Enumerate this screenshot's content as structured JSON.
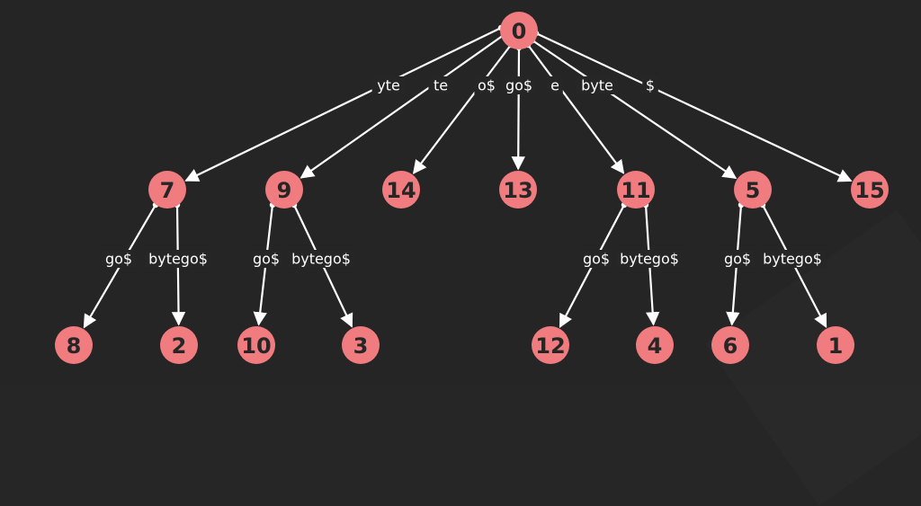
{
  "diagram": {
    "node_color": "#f07c80",
    "edge_color": "#ffffff",
    "background": "#262626",
    "nodes": [
      {
        "id": "0",
        "label": "0"
      },
      {
        "id": "7",
        "label": "7"
      },
      {
        "id": "9",
        "label": "9"
      },
      {
        "id": "14",
        "label": "14"
      },
      {
        "id": "13",
        "label": "13"
      },
      {
        "id": "11",
        "label": "11"
      },
      {
        "id": "5",
        "label": "5"
      },
      {
        "id": "15",
        "label": "15"
      },
      {
        "id": "8",
        "label": "8"
      },
      {
        "id": "2",
        "label": "2"
      },
      {
        "id": "10",
        "label": "10"
      },
      {
        "id": "3",
        "label": "3"
      },
      {
        "id": "12",
        "label": "12"
      },
      {
        "id": "4",
        "label": "4"
      },
      {
        "id": "6",
        "label": "6"
      },
      {
        "id": "1",
        "label": "1"
      }
    ],
    "edges": [
      {
        "from": "0",
        "to": "7",
        "label": "yte"
      },
      {
        "from": "0",
        "to": "9",
        "label": "te"
      },
      {
        "from": "0",
        "to": "14",
        "label": "o$"
      },
      {
        "from": "0",
        "to": "13",
        "label": "go$"
      },
      {
        "from": "0",
        "to": "11",
        "label": "e"
      },
      {
        "from": "0",
        "to": "5",
        "label": "byte"
      },
      {
        "from": "0",
        "to": "15",
        "label": "$"
      },
      {
        "from": "7",
        "to": "8",
        "label": "go$"
      },
      {
        "from": "7",
        "to": "2",
        "label": "bytego$"
      },
      {
        "from": "9",
        "to": "10",
        "label": "go$"
      },
      {
        "from": "9",
        "to": "3",
        "label": "bytego$"
      },
      {
        "from": "11",
        "to": "12",
        "label": "go$"
      },
      {
        "from": "11",
        "to": "4",
        "label": "bytego$"
      },
      {
        "from": "5",
        "to": "6",
        "label": "go$"
      },
      {
        "from": "5",
        "to": "1",
        "label": "bytego$"
      }
    ]
  }
}
